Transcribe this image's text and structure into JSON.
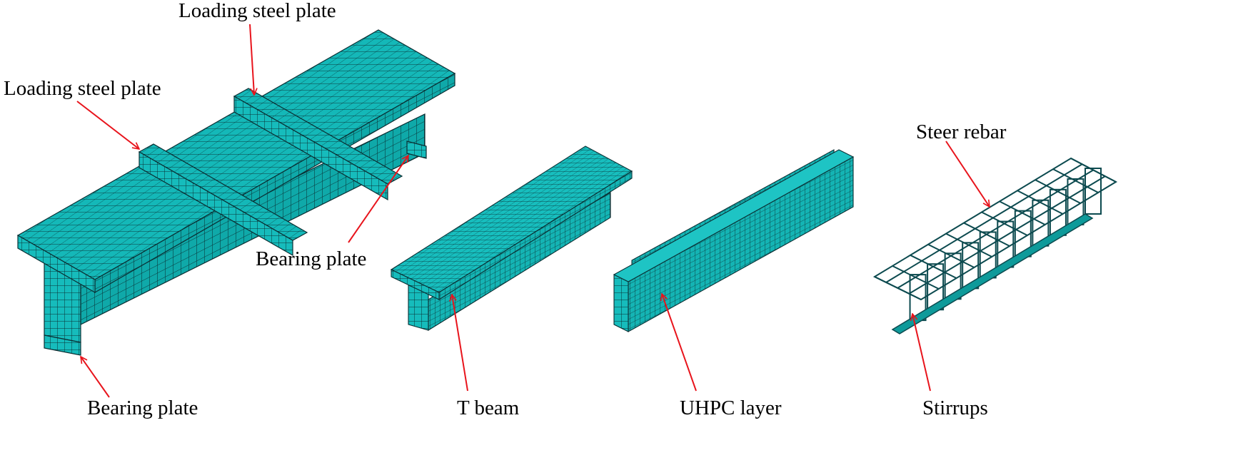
{
  "labels": {
    "loading_plate_top": "Loading steel plate",
    "loading_plate_left": "Loading steel plate",
    "bearing_plate_right": "Bearing plate",
    "bearing_plate_bottom": "Bearing plate",
    "t_beam": "T beam",
    "uhpc_layer": "UHPC layer",
    "steel_rebar": "Steer rebar",
    "stirrups": "Stirrups"
  },
  "colors": {
    "mesh_fill": "#14b8b8",
    "mesh_fill_dark": "#0e9696",
    "mesh_fill_light": "#22caca",
    "mesh_line": "#0a2f33",
    "rebar": "#0c4a4f",
    "arrow": "#e8141c",
    "label": "#000000"
  }
}
